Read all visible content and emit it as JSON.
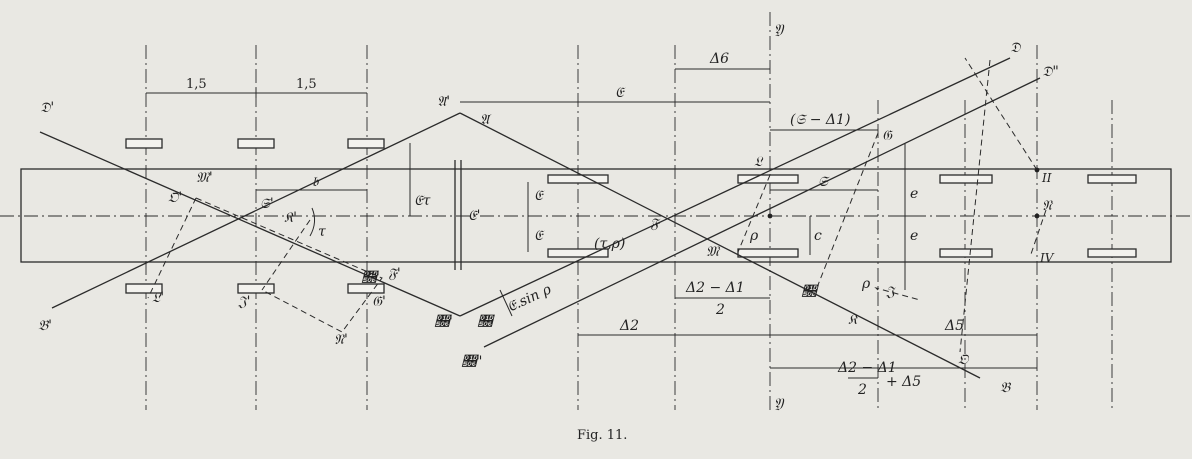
{
  "caption": "Fig. 11.",
  "dimensions": {
    "left_spacing_1": "1,5",
    "left_spacing_2": "1,5",
    "e": "𝔈",
    "delta_6": "Δ6",
    "s_minus_delta1": "(𝔖 − Δ1)",
    "s": "𝔖",
    "b": "𝔟",
    "e_tau": "𝔈τ",
    "e_upper": "𝔈",
    "e_lower": "𝔈",
    "e_sin_rho": "𝔈.sin ρ",
    "c": "c",
    "e_right_1": "e",
    "e_right_2": "e",
    "delta2_minus_delta1_over_2": "Δ2 − Δ1",
    "two": "2",
    "delta2": "Δ2",
    "delta5": "Δ5",
    "delta_sum_num": "Δ2 − Δ1",
    "delta_sum_den": "2",
    "delta_sum_plus": "+ Δ5"
  },
  "points": {
    "D_prime": "𝔇'",
    "B_prime": "𝔅'",
    "A_prime": "𝔄'",
    "A": "𝔄",
    "C_prime": "𝔆'",
    "C": "𝔆",
    "C_dprime": "𝔆\"",
    "D": "𝔇",
    "D_dprime": "𝔇\"",
    "B": "𝔅",
    "M_prime": "𝔐'",
    "O_prime": "𝔒'",
    "S_prime": "𝔖'",
    "E_prime": "𝔈'",
    "K_prime": "𝔎'",
    "tau": "τ",
    "L_prime": "𝔏'",
    "J_prime": "𝔍'",
    "G_prime": "𝔊'",
    "N_prime": "𝔑'",
    "H_prime": "𝔋'",
    "F_prime": "𝔉'",
    "F": "𝔉",
    "M": "𝔐",
    "rho": "ρ",
    "rho_angle": "(τ,ρ)",
    "L": "𝔏",
    "G": "𝔊",
    "H": "𝔋",
    "J": "𝔍",
    "K": "𝔎",
    "rho2": "ρ",
    "O": "𝔒",
    "N": "𝔑",
    "II": "II",
    "IV": "IV",
    "y_top": "𝔜",
    "y_bottom": "𝔜"
  }
}
